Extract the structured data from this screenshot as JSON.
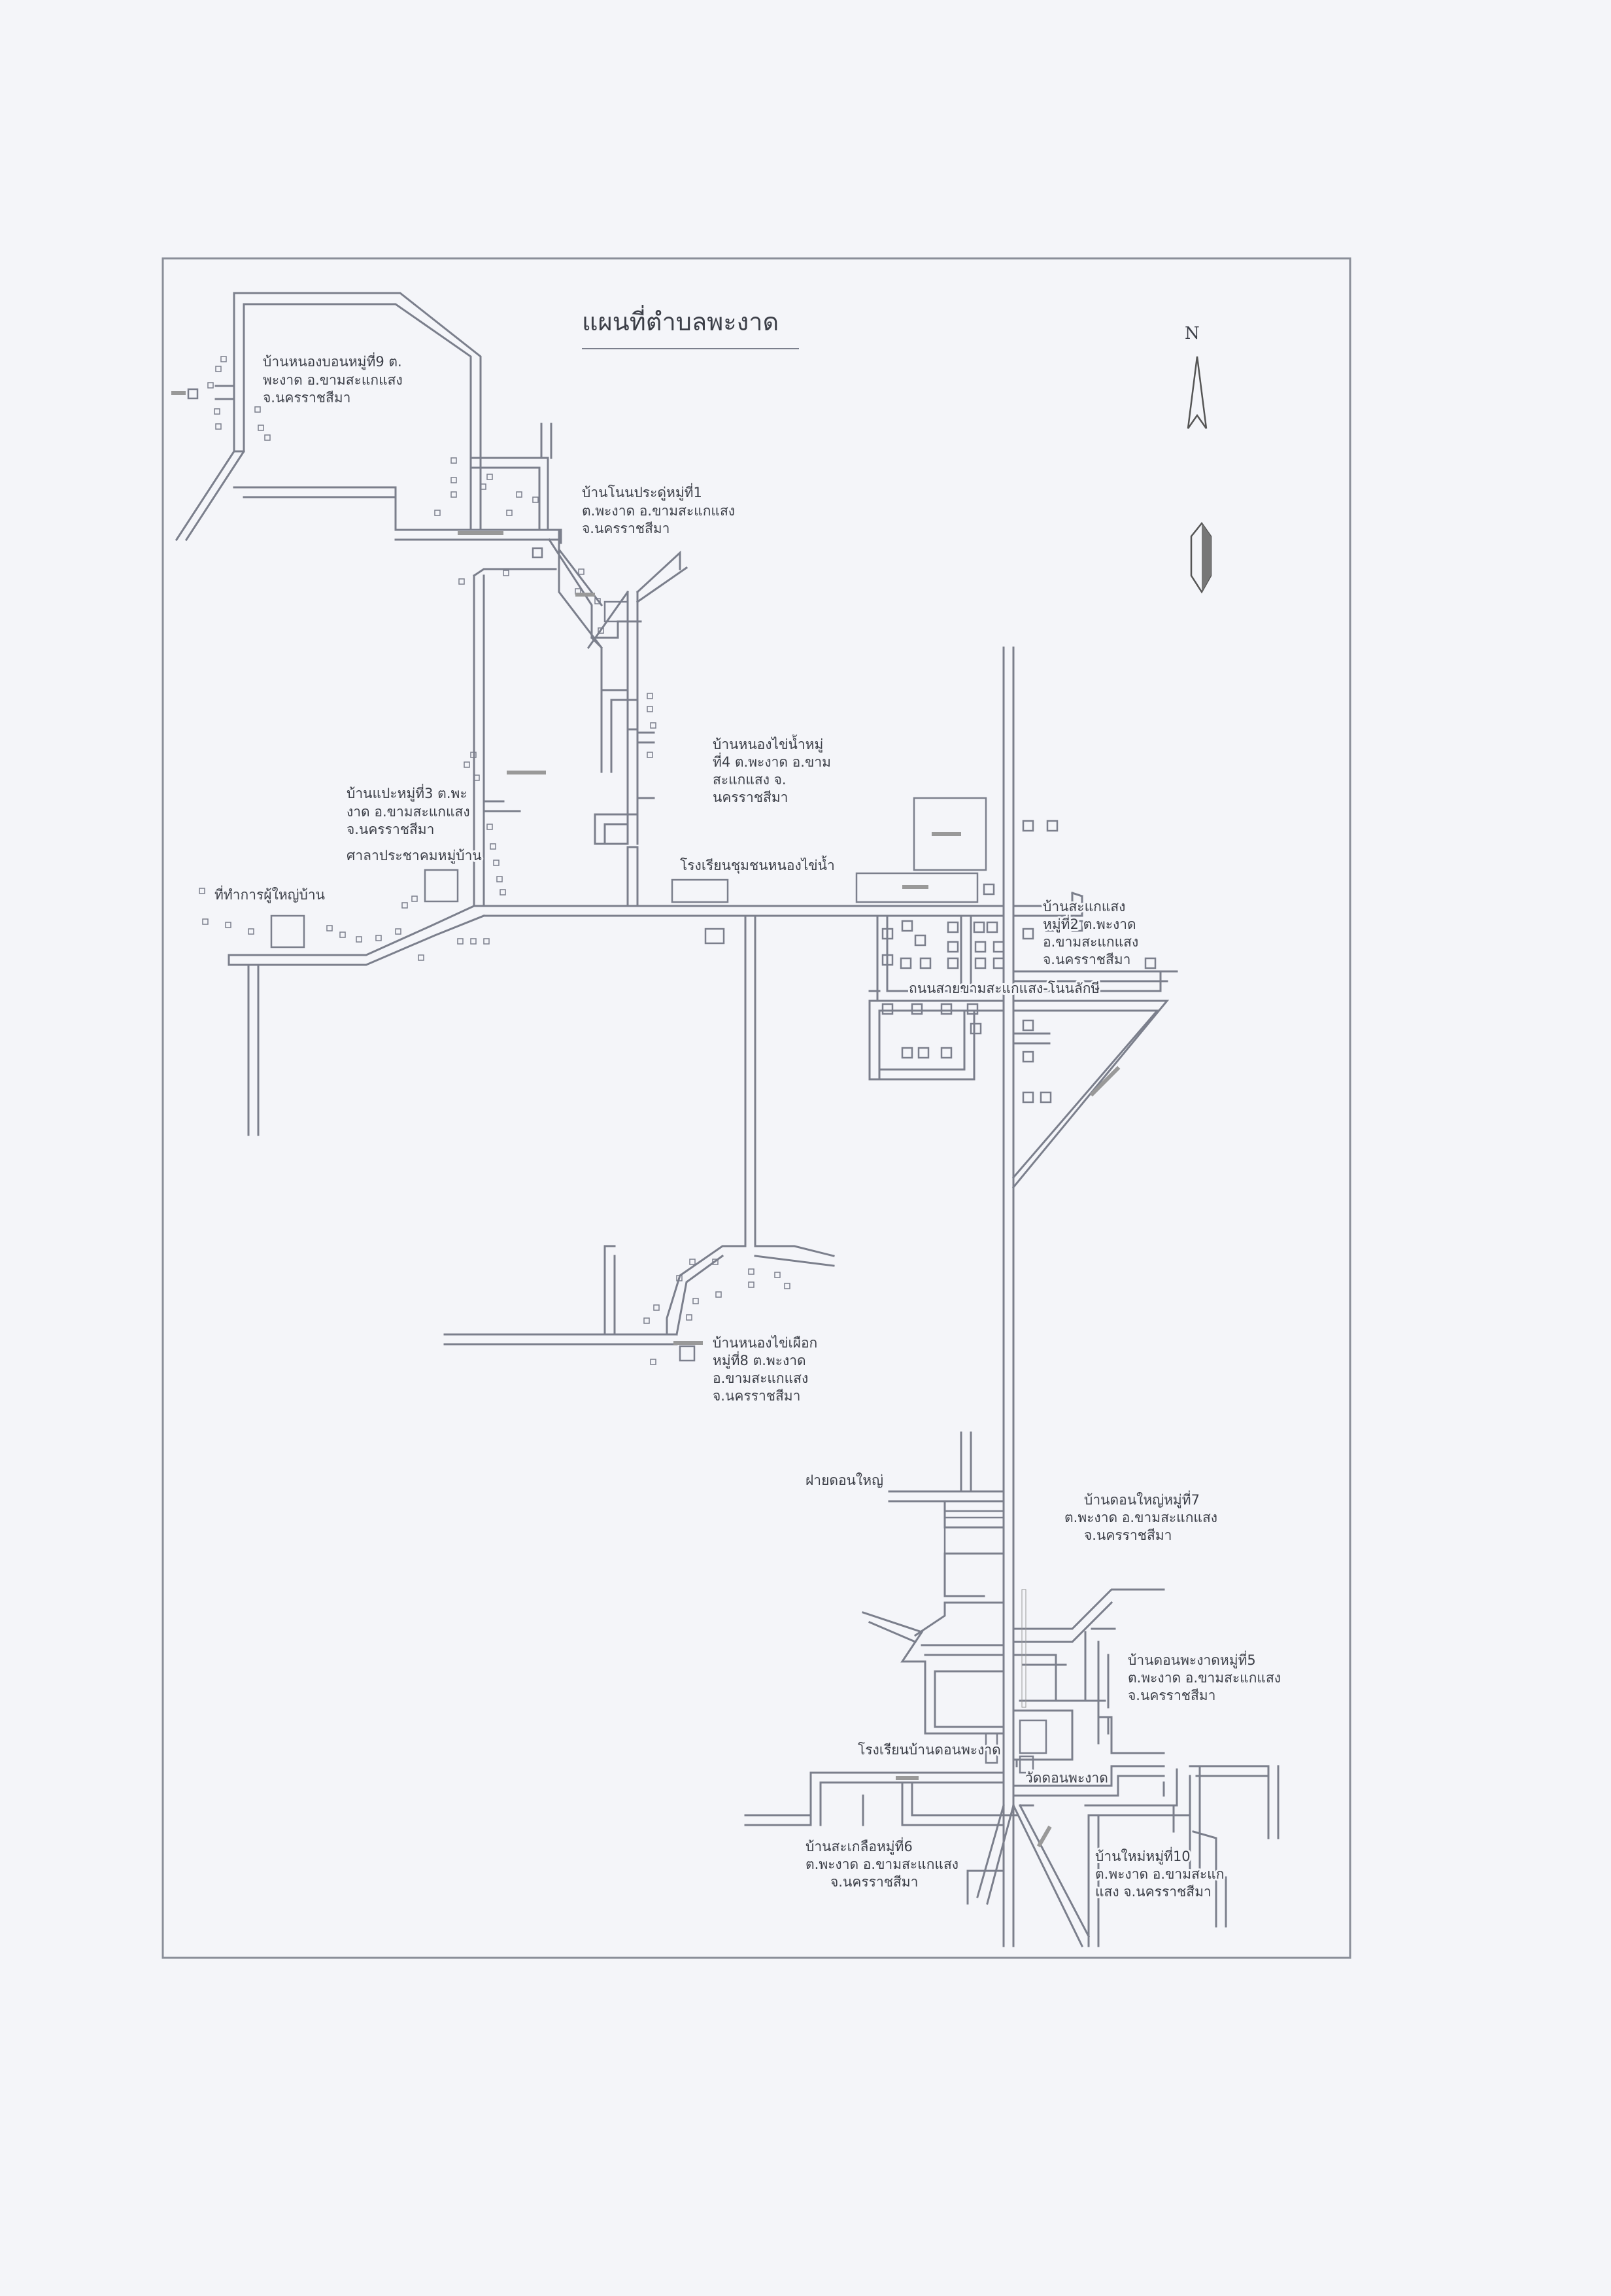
{
  "map": {
    "title": "แผนที่ตำบลพะงาด",
    "north_label": "N",
    "labels": {
      "v9_l1": "บ้านหนองบอนหมู่ที่9 ต.",
      "v9_l2": "พะงาด อ.ขามสะแกแสง",
      "v9_l3": "จ.นครราชสีมา",
      "v1_l1": "บ้านโนนประดู่หมู่ที่1",
      "v1_l2": "ต.พะงาด อ.ขามสะแกแสง",
      "v1_l3": "จ.นครราชสีมา",
      "v4_l1": "บ้านหนองไข่น้ำหมู่",
      "v4_l2": "ที่4 ต.พะงาด อ.ขาม",
      "v4_l3": "สะแกแสง จ.",
      "v4_l4": "นครราชสีมา",
      "v3_l1": "บ้านแปะหมู่ที่3 ต.พะ",
      "v3_l2": "งาด อ.ขามสะแกแสง",
      "v3_l3": "จ.นครราชสีมา",
      "hall": "ศาลาประชาคมหมู่บ้าน",
      "headman": "ที่ทำการผู้ใหญ่บ้าน",
      "school1": "โรงเรียนชุมชนหนองไข่น้ำ",
      "v2_l1": "บ้านสะแกแสง",
      "v2_l2": "หมู่ที่2 ต.พะงาด",
      "v2_l3": "อ.ขามสะแกแสง",
      "v2_l4": "จ.นครราชสีมา",
      "road_main": "ถนนสายขามสะแกแสง-โนนลักษี",
      "v8_l1": "บ้านหนองไข่เผือก",
      "v8_l2": "หมู่ที่8 ต.พะงาด",
      "v8_l3": "อ.ขามสะแกแสง",
      "v8_l4": "จ.นครราชสีมา",
      "weir": "ฝายดอนใหญ่",
      "v7_l1": "บ้านดอนใหญ่หมู่ที่7",
      "v7_l2": "ต.พะงาด อ.ขามสะแกแสง",
      "v7_l3": "จ.นครราชสีมา",
      "v5_l1": "บ้านดอนพะงาดหมู่ที่5",
      "v5_l2": "ต.พะงาด อ.ขามสะแกแสง",
      "v5_l3": "จ.นครราชสีมา",
      "school2": "โรงเรียนบ้านดอนพะงาด",
      "temple": "วัดดอนพะงาด",
      "v6_l1": "บ้านสะเกลือหมู่ที่6",
      "v6_l2": "ต.พะงาด อ.ขามสะแกแสง",
      "v6_l3": "จ.นครราชสีมา",
      "v10_l1": "บ้านใหม่หมู่ที่10",
      "v10_l2": "ต.พะงาด อ.ขามสะแก",
      "v10_l3": "แสง จ.นครราชสีมา"
    }
  }
}
